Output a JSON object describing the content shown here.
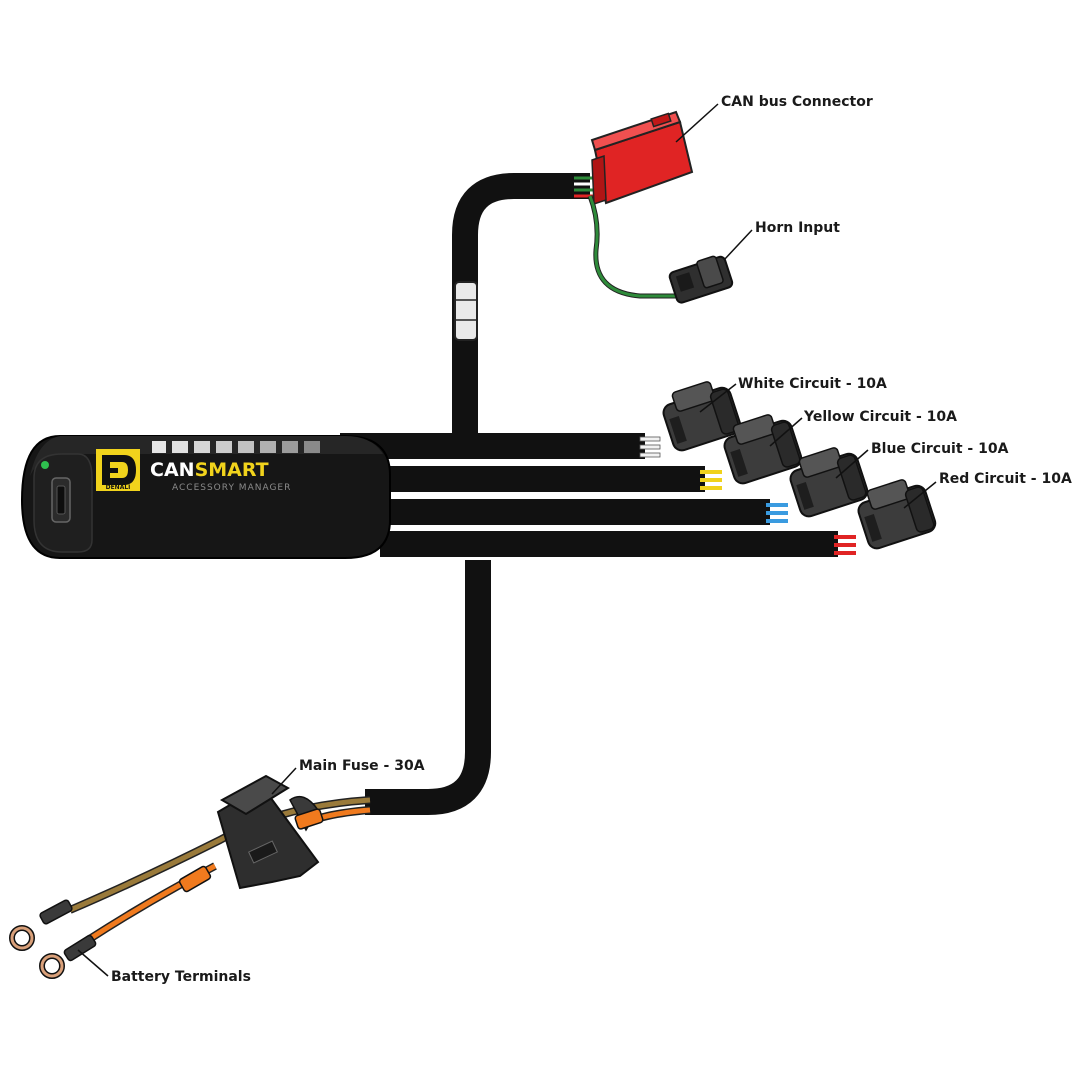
{
  "labels": {
    "can_bus": "CAN bus Connector",
    "horn": "Horn Input",
    "white": "White Circuit - 10A",
    "yellow": "Yellow Circuit - 10A",
    "blue": "Blue Circuit - 10A",
    "red": "Red Circuit - 10A",
    "fuse": "Main Fuse - 30A",
    "battery": "Battery Terminals"
  },
  "device": {
    "brand_can": "CAN",
    "brand_smart": "SMART",
    "subtitle": "ACCESSORY MANAGER",
    "maker": "DENALI"
  },
  "colors": {
    "cable": "#111111",
    "can_connector": "#e02424",
    "horn_wire": "#2e8b3a",
    "white_wire": "#f2f2f2",
    "yellow_wire": "#f0d21a",
    "blue_wire": "#3a9be0",
    "red_wire": "#e02424",
    "battery_pos_wire": "#f07a1e",
    "battery_neg_wire": "#9a7a3a",
    "brand_accent": "#f1d31c"
  }
}
